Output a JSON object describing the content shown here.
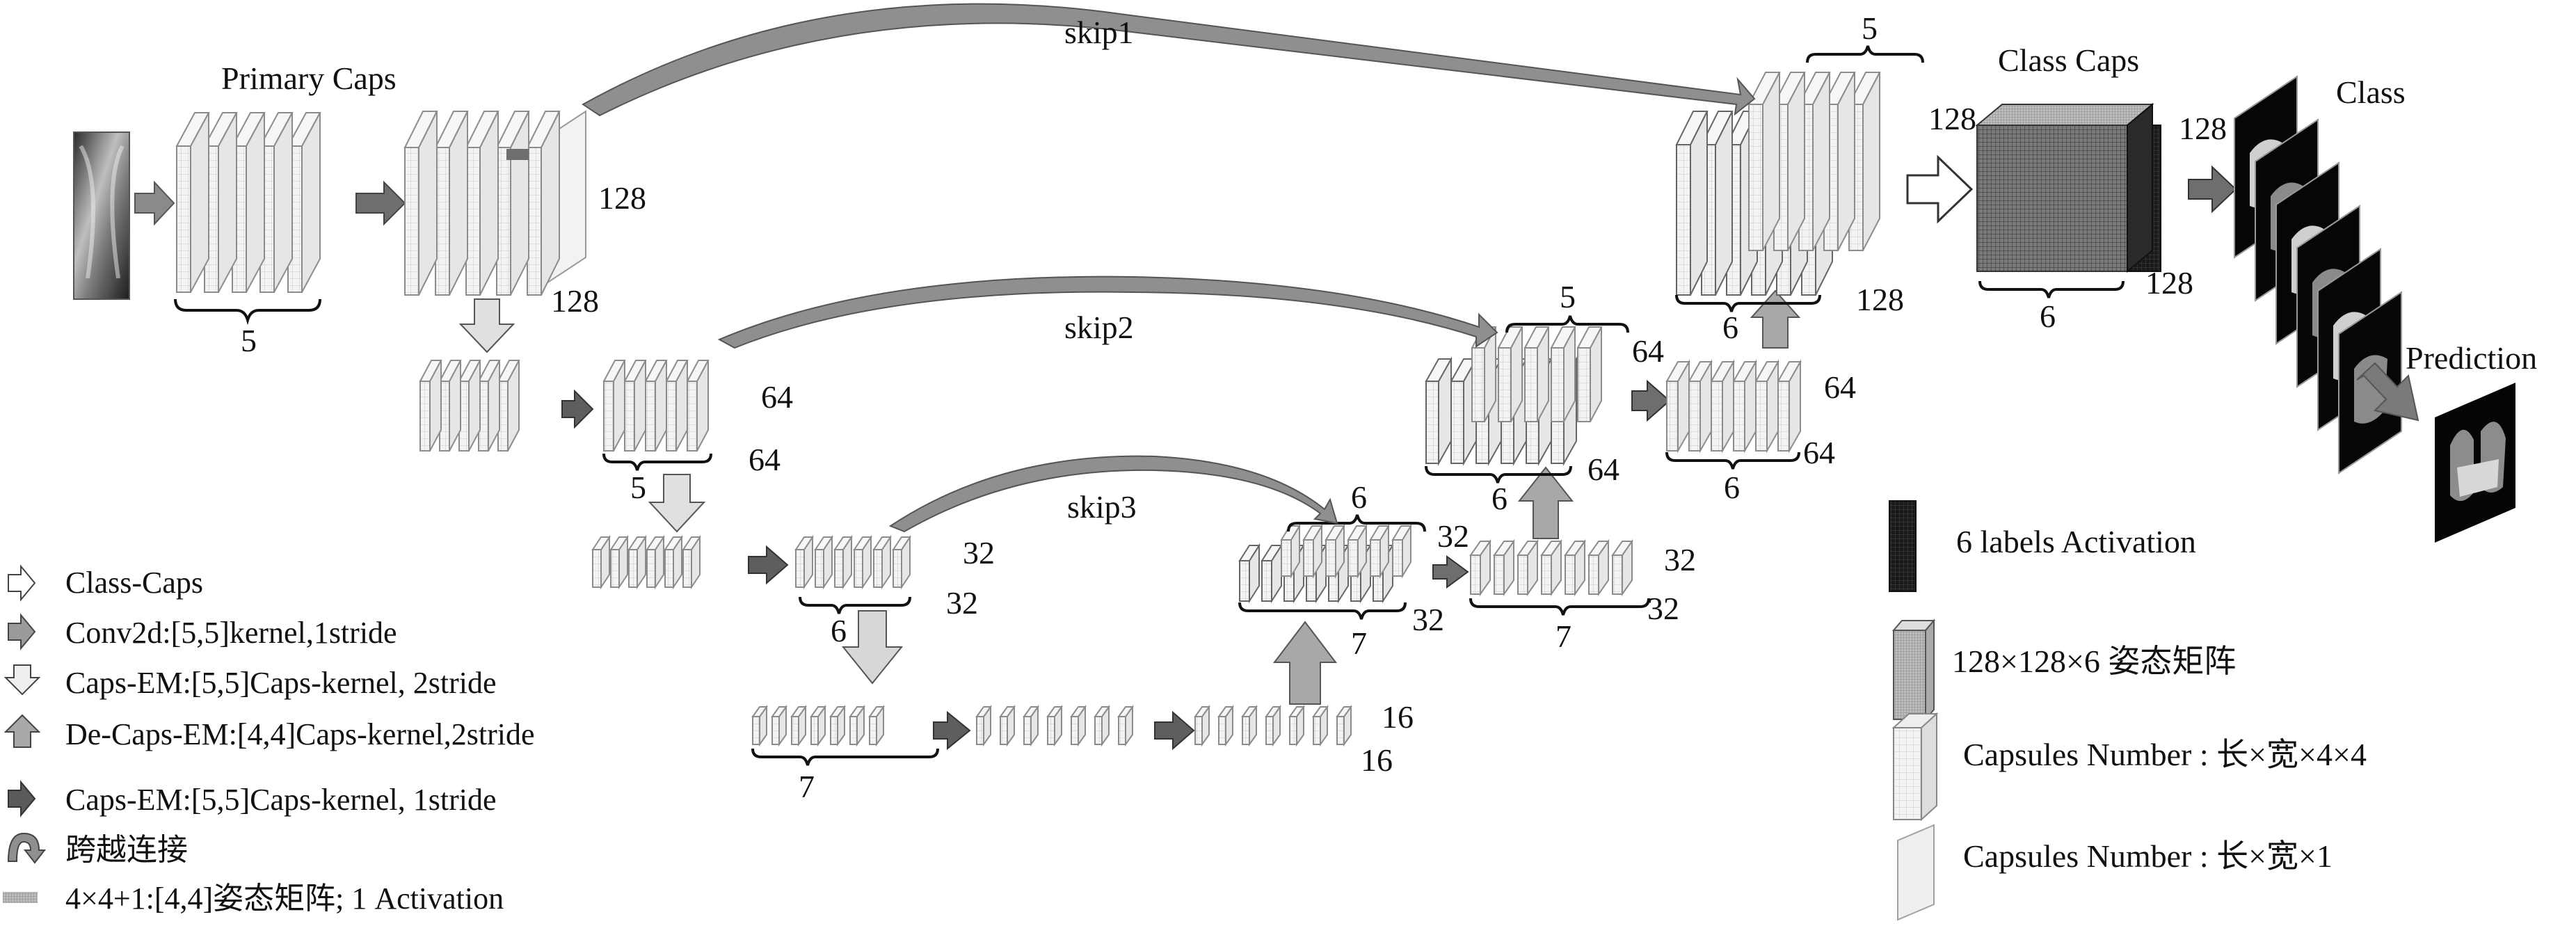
{
  "labels": {
    "primary_caps": "Primary Caps",
    "class_caps": "Class Caps",
    "class": "Class",
    "prediction": "Prediction",
    "skip1": "skip1",
    "skip2": "skip2",
    "skip3": "skip3"
  },
  "dims": {
    "b1_count": "5",
    "b2_side": "128",
    "b2_bottom": "128",
    "b3_side": "64",
    "b3_bottom": "64",
    "b3_count": "5",
    "b4_side": "32",
    "b4_bottom": "32",
    "b4_count": "6",
    "b5_side": "16",
    "b5_bottom": "16",
    "b5_count": "7",
    "u1_side": "32",
    "u1_bottom": "32",
    "u1_top": "6",
    "u1_count": "7",
    "u1r_side": "32",
    "u1r_bottom": "32",
    "u1r_count": "7",
    "u2_side": "64",
    "u2_bottom": "64",
    "u2_top": "5",
    "u2_count": "6",
    "u2r_side": "64",
    "u2r_bottom": "64",
    "u2r_count": "6",
    "u3_side": "128",
    "u3_bottom": "128",
    "u3_top": "5",
    "u3_count": "6",
    "cc_side": "128",
    "cc_bottom": "128",
    "cc_count": "6"
  },
  "legend": {
    "items": [
      {
        "icon": "hollow-arrow-icon",
        "text": "Class-Caps"
      },
      {
        "icon": "conv-arrow-icon",
        "text": "Conv2d:[5,5]kernel,1stride"
      },
      {
        "icon": "down-arrow-icon",
        "text": "Caps-EM:[5,5]Caps-kernel, 2stride"
      },
      {
        "icon": "up-arrow-icon",
        "text": "De-Caps-EM:[4,4]Caps-kernel,2stride"
      },
      {
        "icon": "dark-arrow-icon",
        "text": "Caps-EM:[5,5]Caps-kernel, 1stride"
      },
      {
        "icon": "skip-arrow-icon",
        "text": "跨越连接"
      },
      {
        "icon": "pose-matrix-icon",
        "text": "4×4+1:[4,4]姿态矩阵; 1 Activation"
      }
    ]
  },
  "legend_right": {
    "items": [
      {
        "icon": "activation-block-icon",
        "text": "6 labels Activation"
      },
      {
        "icon": "pose-block-icon",
        "text": "128×128×6 姿态矩阵"
      },
      {
        "icon": "capsule-number-icon",
        "text": "Capsules Number : 长×宽×4×4"
      },
      {
        "icon": "capsule-plane-icon",
        "text": "Capsules Number : 长×宽×1"
      }
    ]
  },
  "colors": {
    "arrow_dark": "#6e6e6e",
    "arrow_light": "#d0d0d0",
    "arrow_mid": "#a5a5a5",
    "slab_fill": "#f1f1f1",
    "slab_stroke": "#8c8c8c",
    "activation": "#101010"
  }
}
